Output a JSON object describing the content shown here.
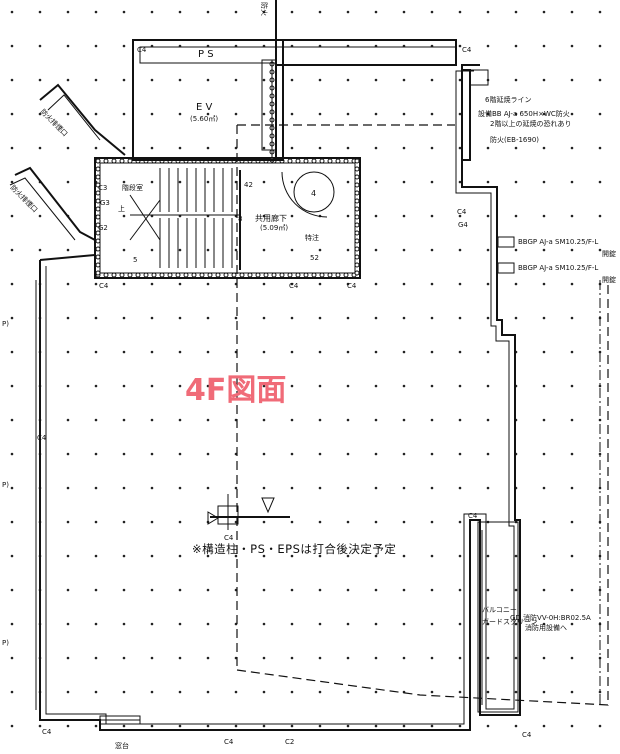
{
  "title": "4F図面",
  "note": "※構造柱・PS・EPSは打合後決定予定",
  "labels": {
    "ps": "P S",
    "ev": "E V",
    "ev_area": "(5.60㎡)",
    "shared_hall": "共用廊下",
    "shared_hall_area": "(5.09㎡)",
    "special": "特注",
    "stair_main": "階段室",
    "stair_up": "上",
    "stair_lower": "5",
    "room_42": "42",
    "room_52": "52",
    "room_8": "8",
    "circle_num": "4",
    "fire_vent_1": "防火排煙口",
    "fire_vent_2": "防火排煙口",
    "duct_note_1": "6階延焼ライン",
    "duct_note_2": "設備BB AJ-a 650H×WC防火",
    "duct_note_3": "2階以上の延焼の恐れあり",
    "duct_note_4": "防火(EB-1690)",
    "pipe_note_1": "BBGP AJ-a SM10.25/F-L",
    "pipe_note_1b": "開錠",
    "pipe_note_2": "BBGP AJ-a SM10.25/F-L",
    "pipe_note_2b": "開錠",
    "balcony_1": "バルコニー",
    "balcony_2": "ガードスクリーン",
    "balcony_3": "GD 消防VV-0H:BR02.5A",
    "balcony_4": "消防用設備へ",
    "bottom_label": "窓台",
    "left_mark": "P)",
    "top_right_mark": "防火",
    "c4": "C4",
    "c3": "C3",
    "c2": "C2",
    "g2": "G2",
    "g3": "G3",
    "g4": "G4"
  }
}
